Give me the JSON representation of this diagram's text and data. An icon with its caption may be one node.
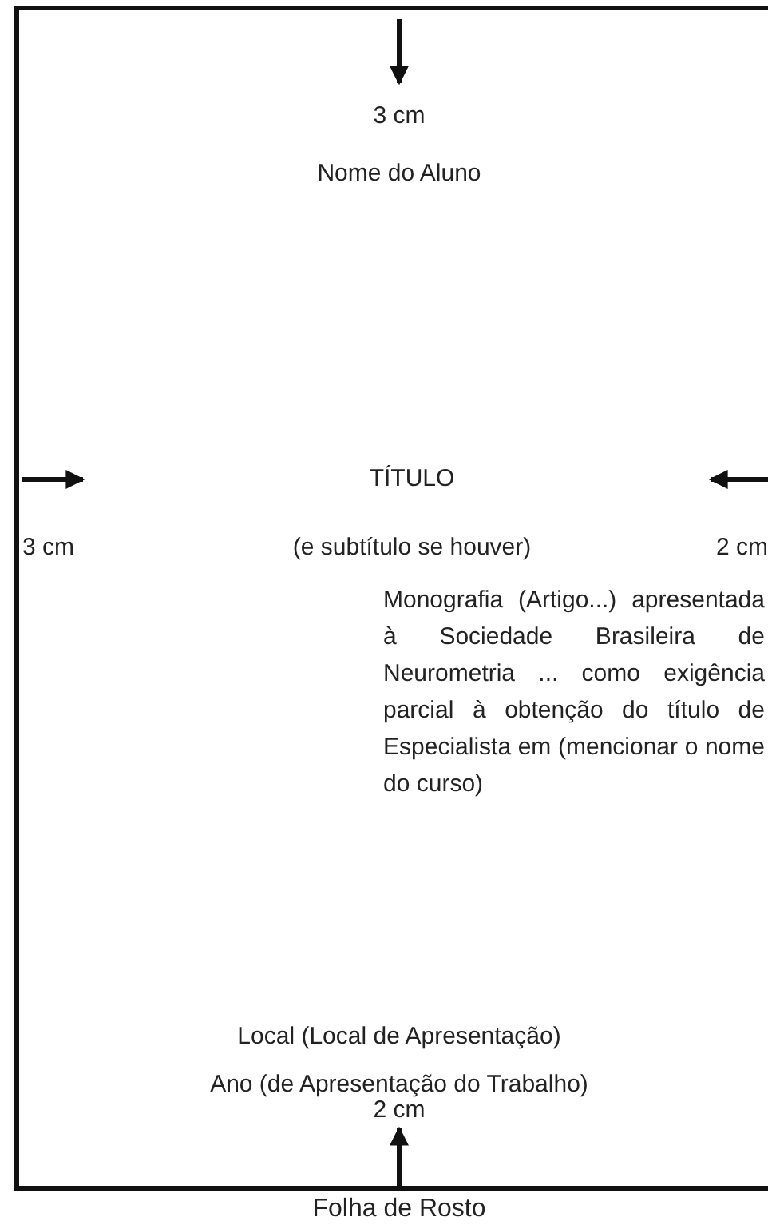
{
  "diagram": {
    "caption": "Folha de Rosto",
    "labels": [
      "3 cm",
      "Nome do Aluno",
      "TÍTULO",
      "3 cm",
      "(e subtítulo se houver)",
      "2 cm",
      "Monografia (Artigo...) apresentada à Sociedade Brasileira de Neurometria ... como exigência parcial à obtenção do título de Especialista em (mencionar o nome do curso)",
      "Local (Local de Apresentação)",
      "Ano (de Apresentação do Trabalho)",
      "2 cm"
    ]
  }
}
